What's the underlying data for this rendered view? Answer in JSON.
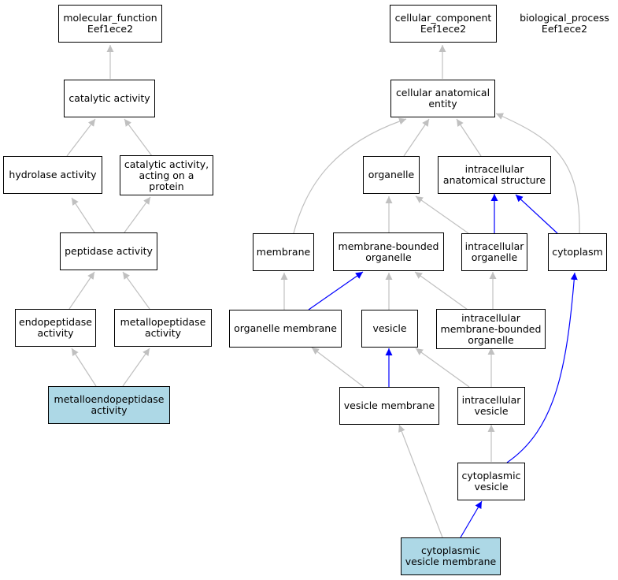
{
  "colors": {
    "highlight": "#add8e6",
    "edge_gray": "#c0c0c0",
    "edge_blue": "#0000ff",
    "border": "#000000"
  },
  "nodes": {
    "molecular_function": "molecular_function\nEef1ece2",
    "catalytic_activity": "catalytic activity",
    "hydrolase_activity": "hydrolase activity",
    "catalytic_protein": "catalytic activity,\nacting on a\nprotein",
    "peptidase_activity": "peptidase activity",
    "endopeptidase_activity": "endopeptidase\nactivity",
    "metallopeptidase_activity": "metallopeptidase\nactivity",
    "metalloendopeptidase_activity": "metalloendopeptidase\nactivity",
    "cellular_component": "cellular_component\nEef1ece2",
    "biological_process": "biological_process\nEef1ece2",
    "cellular_anatomical_entity": "cellular anatomical\nentity",
    "organelle": "organelle",
    "intracellular_anatomical_structure": "intracellular\nanatomical structure",
    "membrane": "membrane",
    "membrane_bounded_organelle": "membrane-bounded\norganelle",
    "intracellular_organelle": "intracellular\norganelle",
    "cytoplasm": "cytoplasm",
    "organelle_membrane": "organelle membrane",
    "vesicle": "vesicle",
    "intracellular_mbo": "intracellular\nmembrane-bounded\norganelle",
    "vesicle_membrane": "vesicle membrane",
    "intracellular_vesicle": "intracellular\nvesicle",
    "cytoplasmic_vesicle": "cytoplasmic\nvesicle",
    "cytoplasmic_vesicle_membrane": "cytoplasmic\nvesicle membrane"
  }
}
